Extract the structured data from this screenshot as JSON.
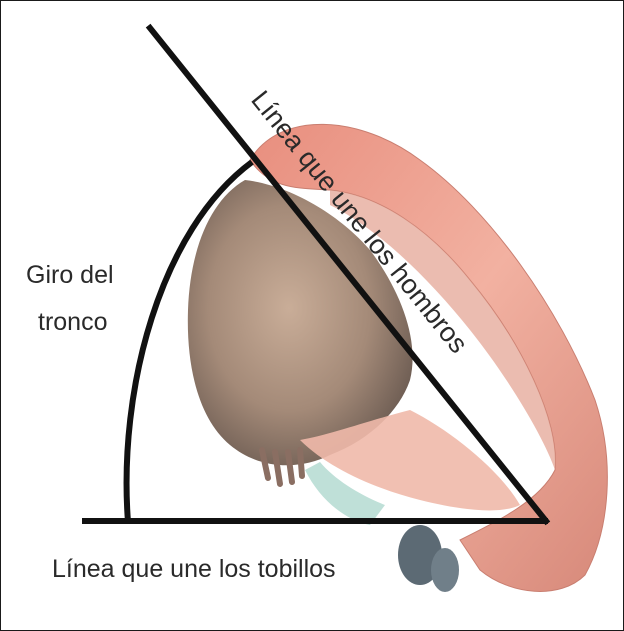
{
  "labels": {
    "shoulder_line": "Línea que une los hombros",
    "ankle_line": "Línea que une los tobillos",
    "trunk_rotation_line1": "Giro del",
    "trunk_rotation_line2": "tronco"
  },
  "colors": {
    "line": "#111111",
    "skin_light": "#f2b4a4",
    "skin_dark": "#d98c7c",
    "torso": "#a89080",
    "shadow": "#7d6d63",
    "teal": "#bfe0d8",
    "frame": "#1a1a1a"
  }
}
